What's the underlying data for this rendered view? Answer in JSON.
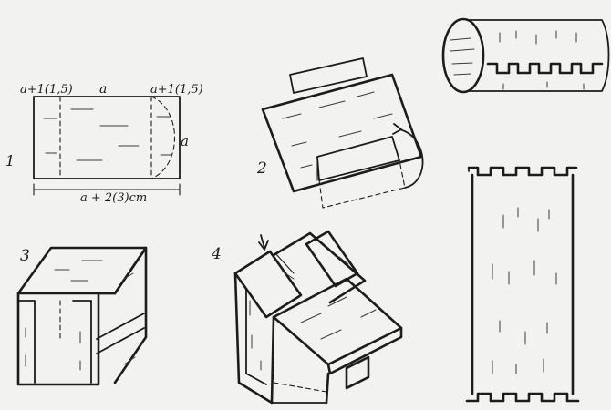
{
  "figure_labels": {
    "step_1": "1",
    "step_2": "2",
    "step_3": "3",
    "step_4": "4"
  },
  "dimensions": {
    "left_margin": "a+1(1,5)",
    "middle": "a",
    "right_margin": "a+1(1,5)",
    "side": "a",
    "total_width": "a + 2(3)cm"
  },
  "colors": {
    "paper": "#f2f2f0",
    "ink": "#1c1c1c"
  }
}
